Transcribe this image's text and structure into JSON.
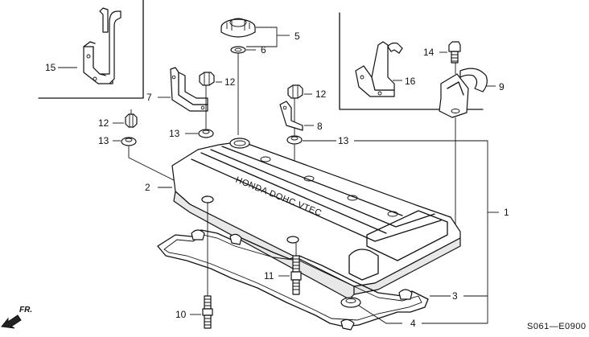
{
  "callouts": {
    "c1": "1",
    "c2": "2",
    "c3": "3",
    "c4": "4",
    "c5": "5",
    "c6": "6",
    "c7": "7",
    "c8": "8",
    "c9": "9",
    "c10": "10",
    "c11": "11",
    "c12a": "12",
    "c12b": "12",
    "c12c": "12",
    "c13a": "13",
    "c13b": "13",
    "c13c": "13",
    "c14": "14",
    "c15": "15",
    "c16": "16"
  },
  "direction_label": "FR.",
  "diagram_code": "S061—E0900",
  "cover_emboss": "HONDA DOHC VTEC"
}
